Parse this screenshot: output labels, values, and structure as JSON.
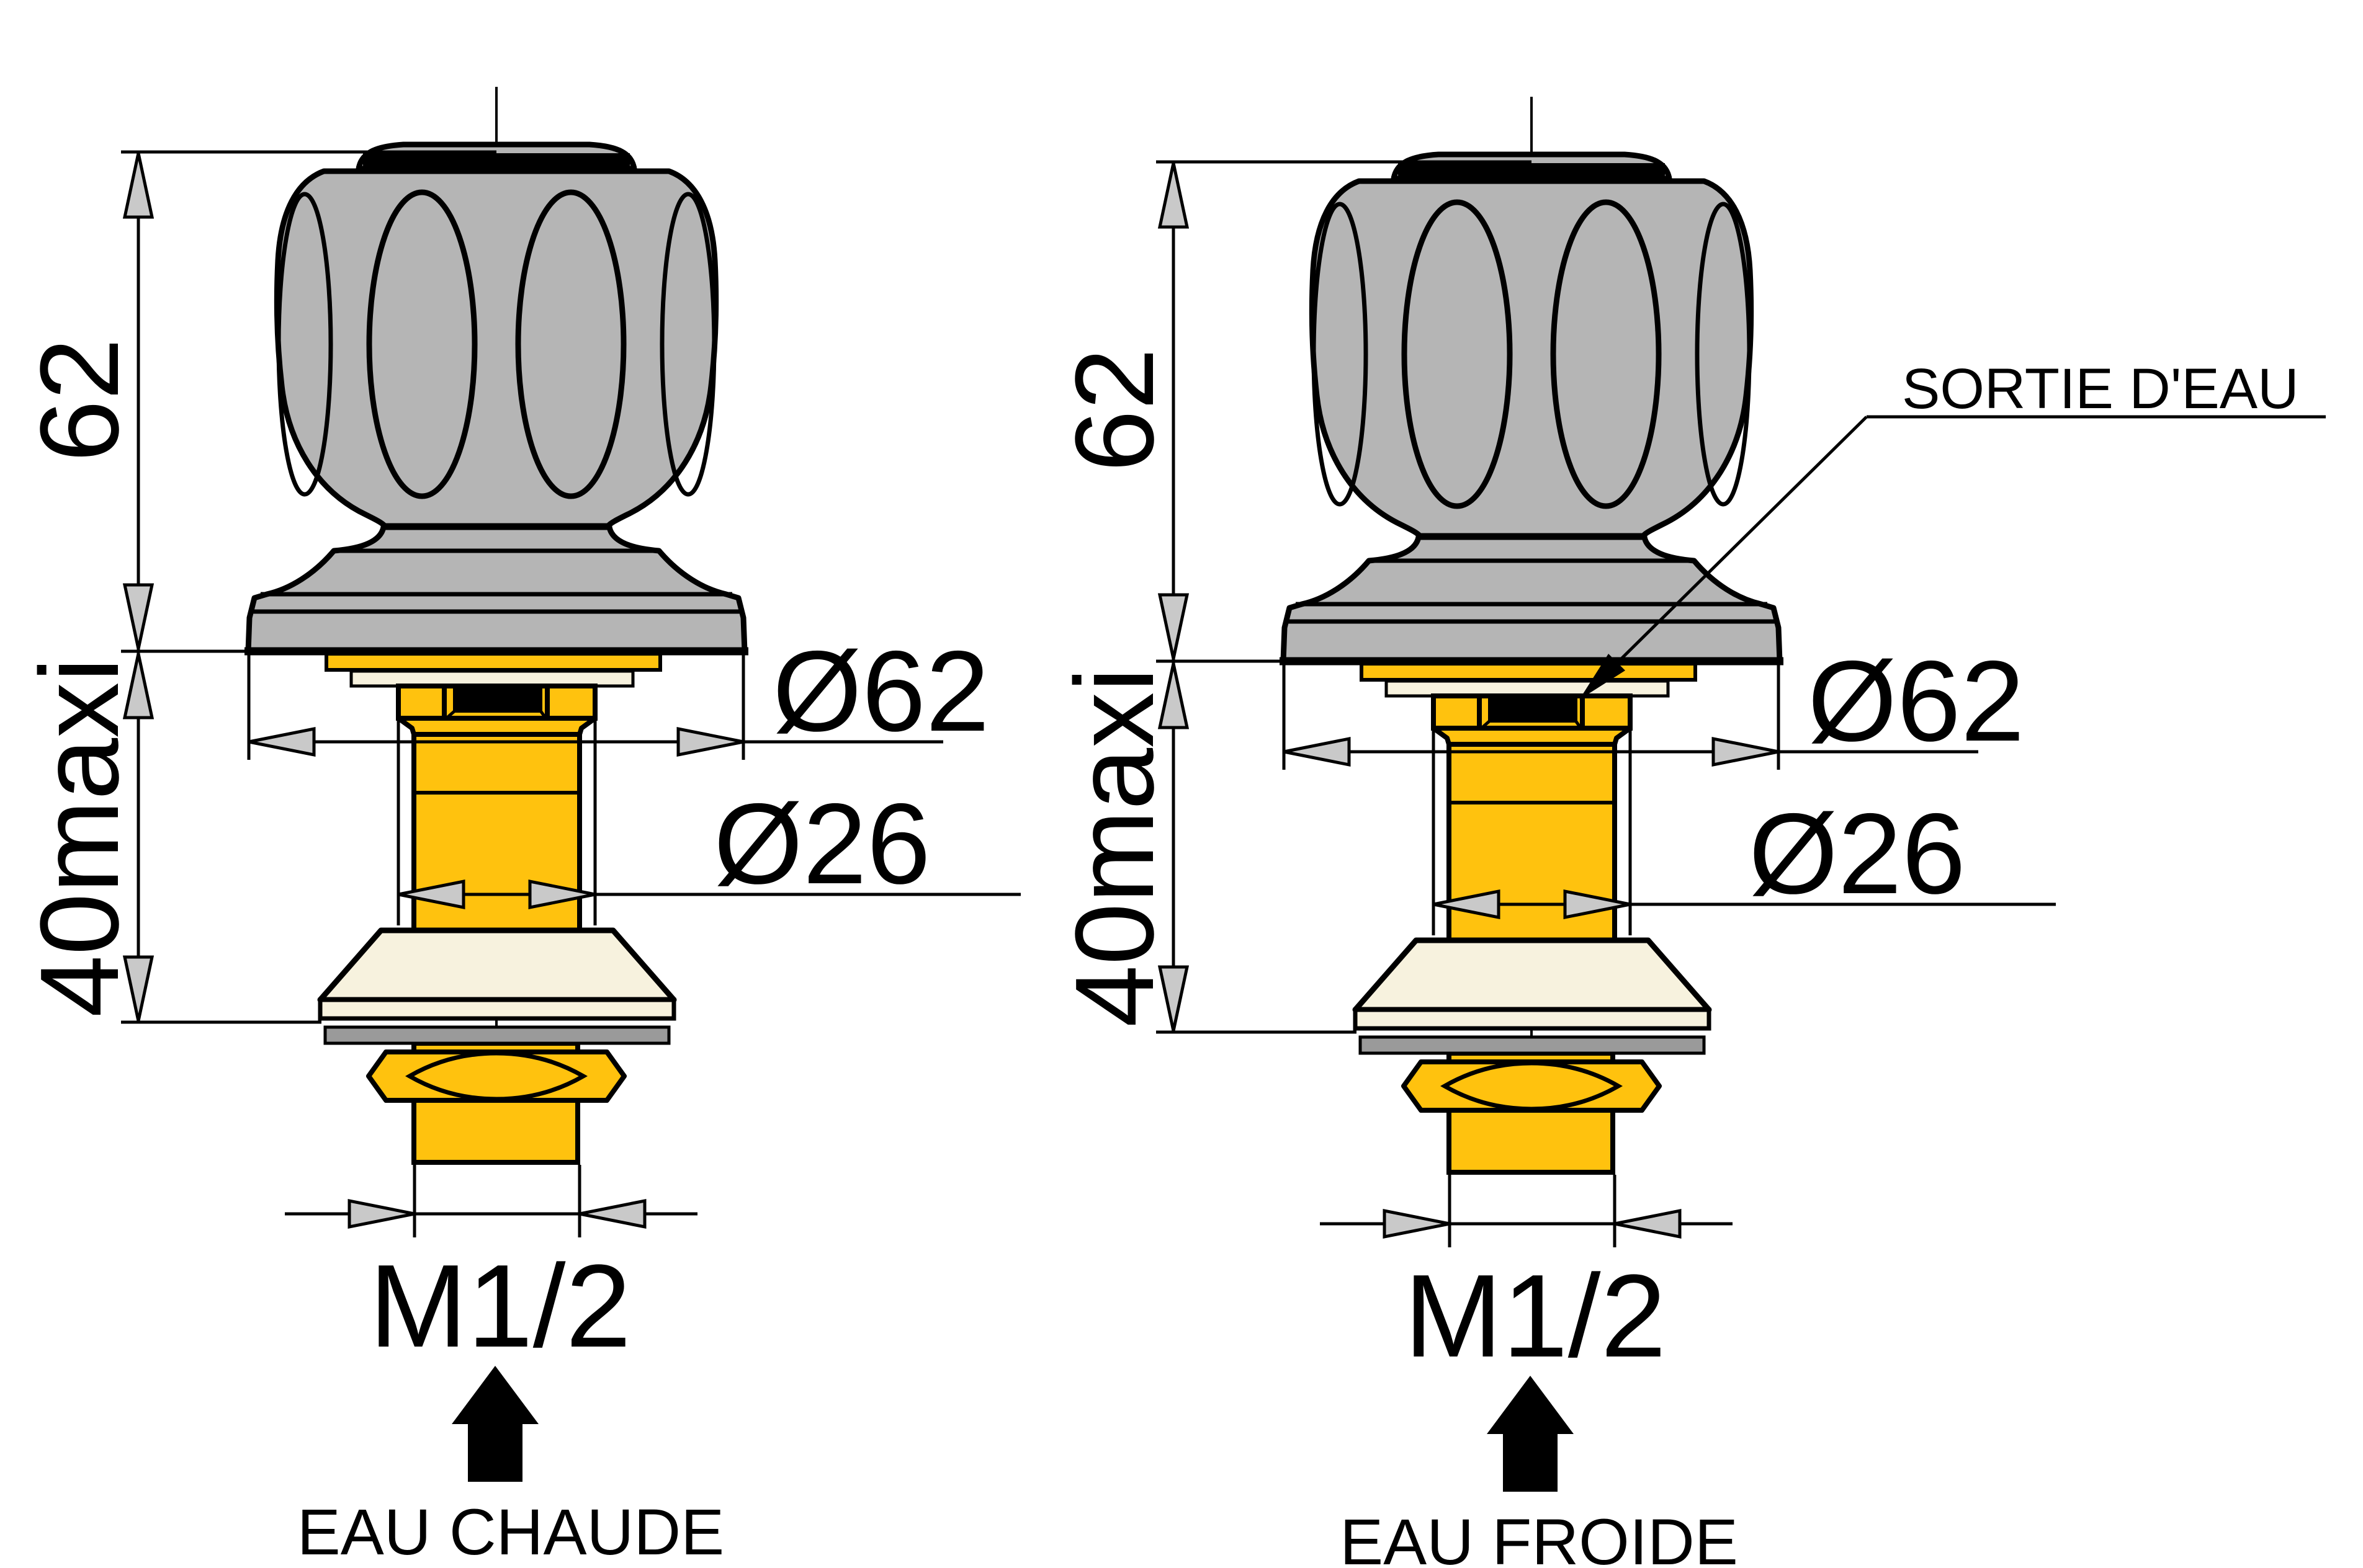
{
  "labels": {
    "height": "62",
    "depth_max": "40maxi",
    "outer_diameter": "Ø62",
    "inner_diameter": "Ø26",
    "thread": "M1/2",
    "hot_water": "EAU CHAUDE",
    "cold_water": "EAU FROIDE",
    "water_outlet": "SORTIE D'EAU"
  },
  "colors": {
    "knob_gray": "#B5B5B5",
    "body_yellow": "#FFC20E",
    "hot_indicator": "#EC1B2E",
    "cold_indicator": "#29ABE2",
    "cone_cream": "#F7F2DE",
    "washer_gray": "#9A9A9A",
    "arrow_fill": "#C9C9C9",
    "line": "#000000",
    "background": "#FFFFFF"
  }
}
